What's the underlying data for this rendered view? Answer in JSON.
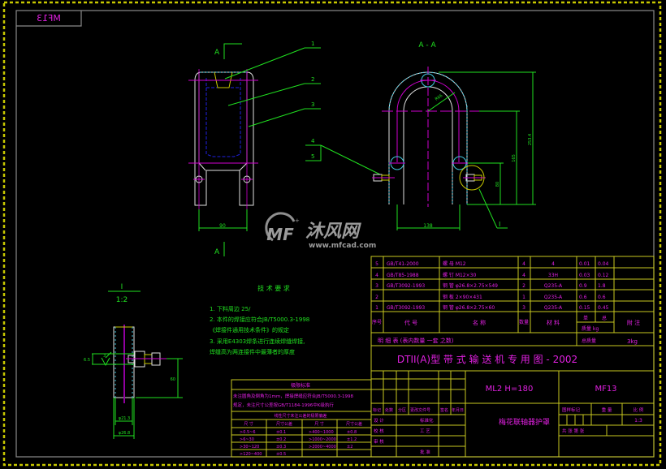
{
  "drawing": {
    "code_mirrored": "MF13",
    "section_label": "A - A",
    "section_marker": "A",
    "detail_label": "I",
    "detail_scale": "1:2",
    "view_front": {
      "callouts": [
        "1",
        "2",
        "3",
        "4",
        "5"
      ],
      "dim_width": "90"
    },
    "view_section": {
      "dim_width": "138",
      "dim_radius": "R66",
      "dim_total_height": "253.4",
      "dim_mid_height": "165",
      "dim_low_height": "80",
      "callout": "I"
    },
    "view_detail": {
      "dim_left": "6.5",
      "weld_symbol": "3",
      "dim_height": "60",
      "dim_inner": "φ21.3",
      "dim_outer": "φ26.8"
    }
  },
  "tech_requirements": {
    "title": "技 术 要 求",
    "items": [
      "1. 下料周边  25/",
      "2. 本件的焊接应符合JB/T5000.3-1998",
      "   《焊接件通用技术条件》的规定",
      "3. 采用E4303焊条进行连续焊缝焊接,",
      "   焊缝高为两连接件中最薄者的厚度"
    ]
  },
  "tolerance_table": {
    "title": "极限标准",
    "note_line1": "未注圆角及倒角为1mm，焊接焊缝应符合JB/T5000.3-1998",
    "note_line2": "规定，未注尺寸公差按GB/T1184-1996中K级执行",
    "subtitle": "线性尺寸未注公差的极限偏差",
    "headers": [
      "尺 寸",
      "尺寸公差",
      "尺 寸",
      "尺寸公差"
    ],
    "rows": [
      [
        ">0.5~6",
        "±0.1",
        ">400~1000",
        "±0.8"
      ],
      [
        ">6~30",
        "±0.2",
        ">1000~2000",
        "±1.2"
      ],
      [
        ">30~120",
        "±0.3",
        ">2000~4000",
        "±2"
      ],
      [
        ">120~400",
        "±0.5",
        "",
        ""
      ]
    ]
  },
  "bom": {
    "rows": [
      {
        "no": "5",
        "code": "GB/T41-2000",
        "name": "螺 母 M12",
        "qty": "4",
        "material": "4",
        "unit": "0.01",
        "total": "0.04"
      },
      {
        "no": "4",
        "code": "GB/T85-1988",
        "name": "螺 钉 M12×30",
        "qty": "4",
        "material": "33H",
        "unit": "0.03",
        "total": "0.12"
      },
      {
        "no": "3",
        "code": "GB/T3092-1993",
        "name": "钢 管 φ26.8×2.75×549",
        "qty": "2",
        "material": "Q235-A",
        "unit": "0.9",
        "total": "1.8"
      },
      {
        "no": "2",
        "code": "",
        "name": "钢 板 2×90×431",
        "qty": "1",
        "material": "Q235-A",
        "unit": "0.6",
        "total": "0.6"
      },
      {
        "no": "1",
        "code": "GB/T3092-1993",
        "name": "钢 管 φ26.8×2.75×60",
        "qty": "3",
        "material": "Q235-A",
        "unit": "0.15",
        "total": "0.45"
      }
    ],
    "header": {
      "no": "序号",
      "code": "代  号",
      "name": "名    称",
      "qty": "数量",
      "material": "材   料",
      "unit": "单",
      "total": "总",
      "mass": "质量 kg",
      "remark": "附  注"
    },
    "detail_list": "明    细    表      (表内数量   一套   之数)",
    "total_mass_label": "总质量",
    "total_mass_value": "3kg"
  },
  "title_block": {
    "series": "DTII(A)型   带 式 输 送 机 专 用 图 - 2002",
    "model": "ML2  H=180",
    "code": "MF13",
    "part_name": "梅花联轴器护罩",
    "rev_headers": [
      "标记",
      "处数",
      "分区",
      "更改文件号",
      "签名",
      "年月日"
    ],
    "roles": [
      "设 计",
      "校 核",
      "审 核"
    ],
    "roles2": [
      "标准化",
      "工 艺",
      "批 准"
    ],
    "stage_label": "图样标记",
    "weight_label": "重  量",
    "scale_label": "比  例",
    "scale_value": "1:3",
    "sheet_label": "共      张    第      张"
  },
  "watermark": {
    "brand": "沐风网",
    "url": "www.mfcad.com"
  },
  "colors": {
    "background": "#000000",
    "frame_dashed": "#c8c800",
    "table_lines": "#c8c820",
    "text_magenta": "#e020e0",
    "dim_green": "#20e020",
    "outline_white": "#e0e0e0",
    "centerline": "#d000d0",
    "hidden_blue": "#2020e0",
    "weld_cyan": "#40c8e0"
  }
}
